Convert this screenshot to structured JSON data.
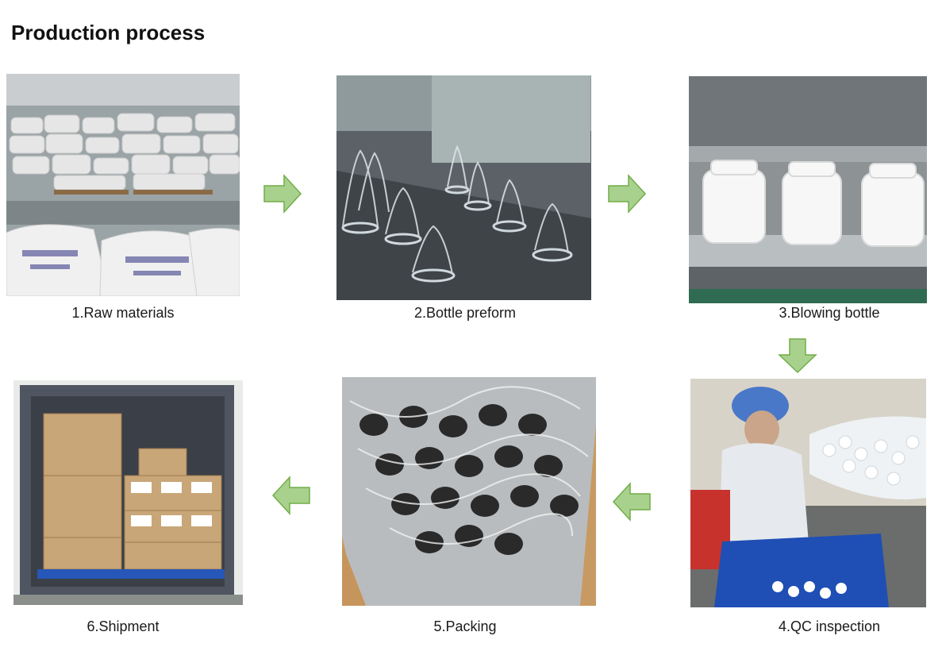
{
  "title": "Production process",
  "steps": [
    {
      "label": "1.Raw materials"
    },
    {
      "label": "2.Bottle preform"
    },
    {
      "label": "3.Blowing bottle"
    },
    {
      "label": "4.QC inspection"
    },
    {
      "label": "5.Packing"
    },
    {
      "label": "6.Shipment"
    }
  ],
  "colors": {
    "arrow_fill": "#a9d18e",
    "arrow_stroke": "#70ad47"
  }
}
